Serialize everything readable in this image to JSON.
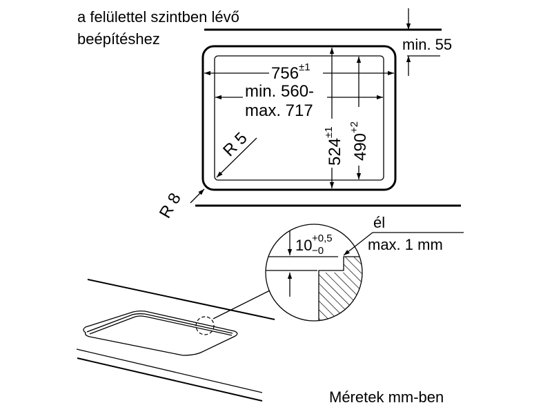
{
  "header": {
    "line1": "a felülettel szintben lévő",
    "line2": "beépítéshez"
  },
  "top_view": {
    "outer_width": "756",
    "outer_width_tol": "±1",
    "inner_width_min": "min. 560-",
    "inner_width_max": "max. 717",
    "outer_depth": "524",
    "outer_depth_tol": "±1",
    "inner_depth": "490",
    "inner_depth_tol": "+2",
    "inner_radius": "R 5",
    "outer_radius": "R 8",
    "back_clearance": "min. 55"
  },
  "detail": {
    "depth_value": "10",
    "depth_tol_upper": "+0,5",
    "depth_tol_lower": "−0",
    "edge_label": "él",
    "edge_max": "max. 1 mm"
  },
  "footer": {
    "units": "Méretek mm-ben"
  },
  "colors": {
    "line": "#000000",
    "background": "#ffffff"
  }
}
